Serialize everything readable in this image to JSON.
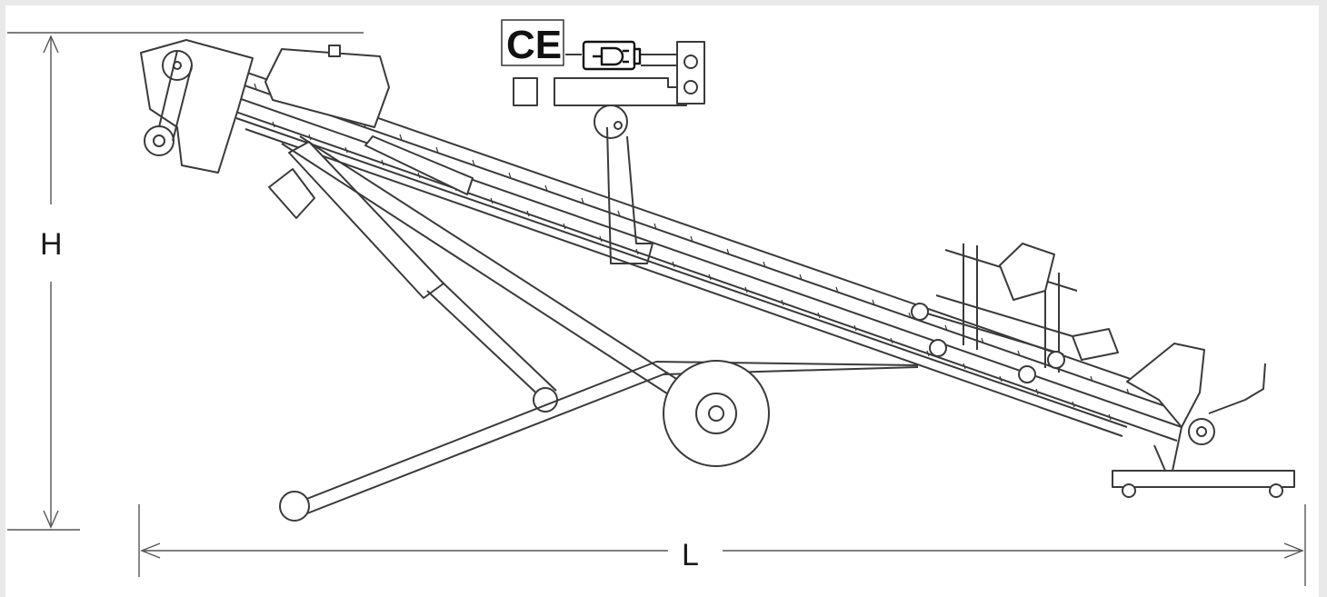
{
  "diagram": {
    "height_label": "H",
    "length_label": "L",
    "ce_mark": "CE",
    "colors": {
      "background": "#e9e9e9",
      "paper": "#ffffff",
      "line": "#3a3a3a",
      "dim_line": "#555555"
    },
    "icons": [
      "ce-mark-icon",
      "power-plug-icon",
      "control-box-icon"
    ]
  }
}
